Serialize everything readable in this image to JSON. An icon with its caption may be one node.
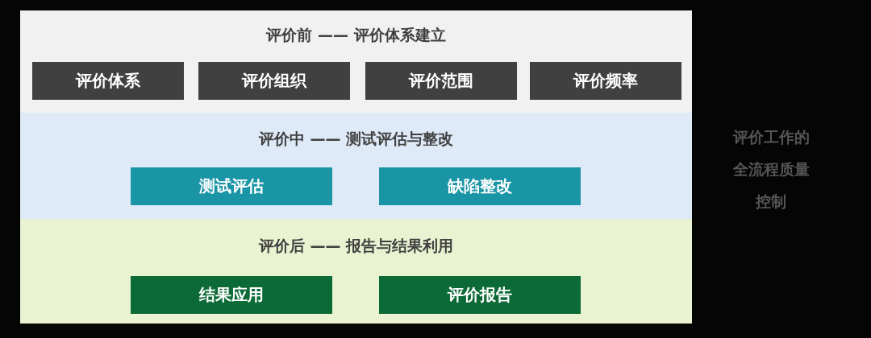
{
  "diagram": {
    "nodes": [
      {
        "text": [
          "评价前 —— 评价体系建立"
        ]
      },
      {
        "text": [
          "评价体系"
        ],
        "in": 0
      },
      {
        "text": [
          "评价组织"
        ],
        "in": 0
      },
      {
        "text": [
          "评价范围"
        ],
        "in": 0
      },
      {
        "text": [
          "评价频率"
        ],
        "in": 0
      },
      {
        "text": [
          "评价中 —— 测试评估与整改"
        ]
      },
      {
        "text": [
          "测试评估"
        ],
        "in": 5
      },
      {
        "text": [
          "缺陷整改"
        ],
        "in": 5
      },
      {
        "text": [
          "评价后 —— 报告与结果利用"
        ]
      },
      {
        "text": [
          "结果应用"
        ],
        "in": 8
      },
      {
        "text": [
          "评价报告"
        ],
        "in": 8
      }
    ],
    "labels": [
      "评价工作的全流程质量控制"
    ]
  }
}
